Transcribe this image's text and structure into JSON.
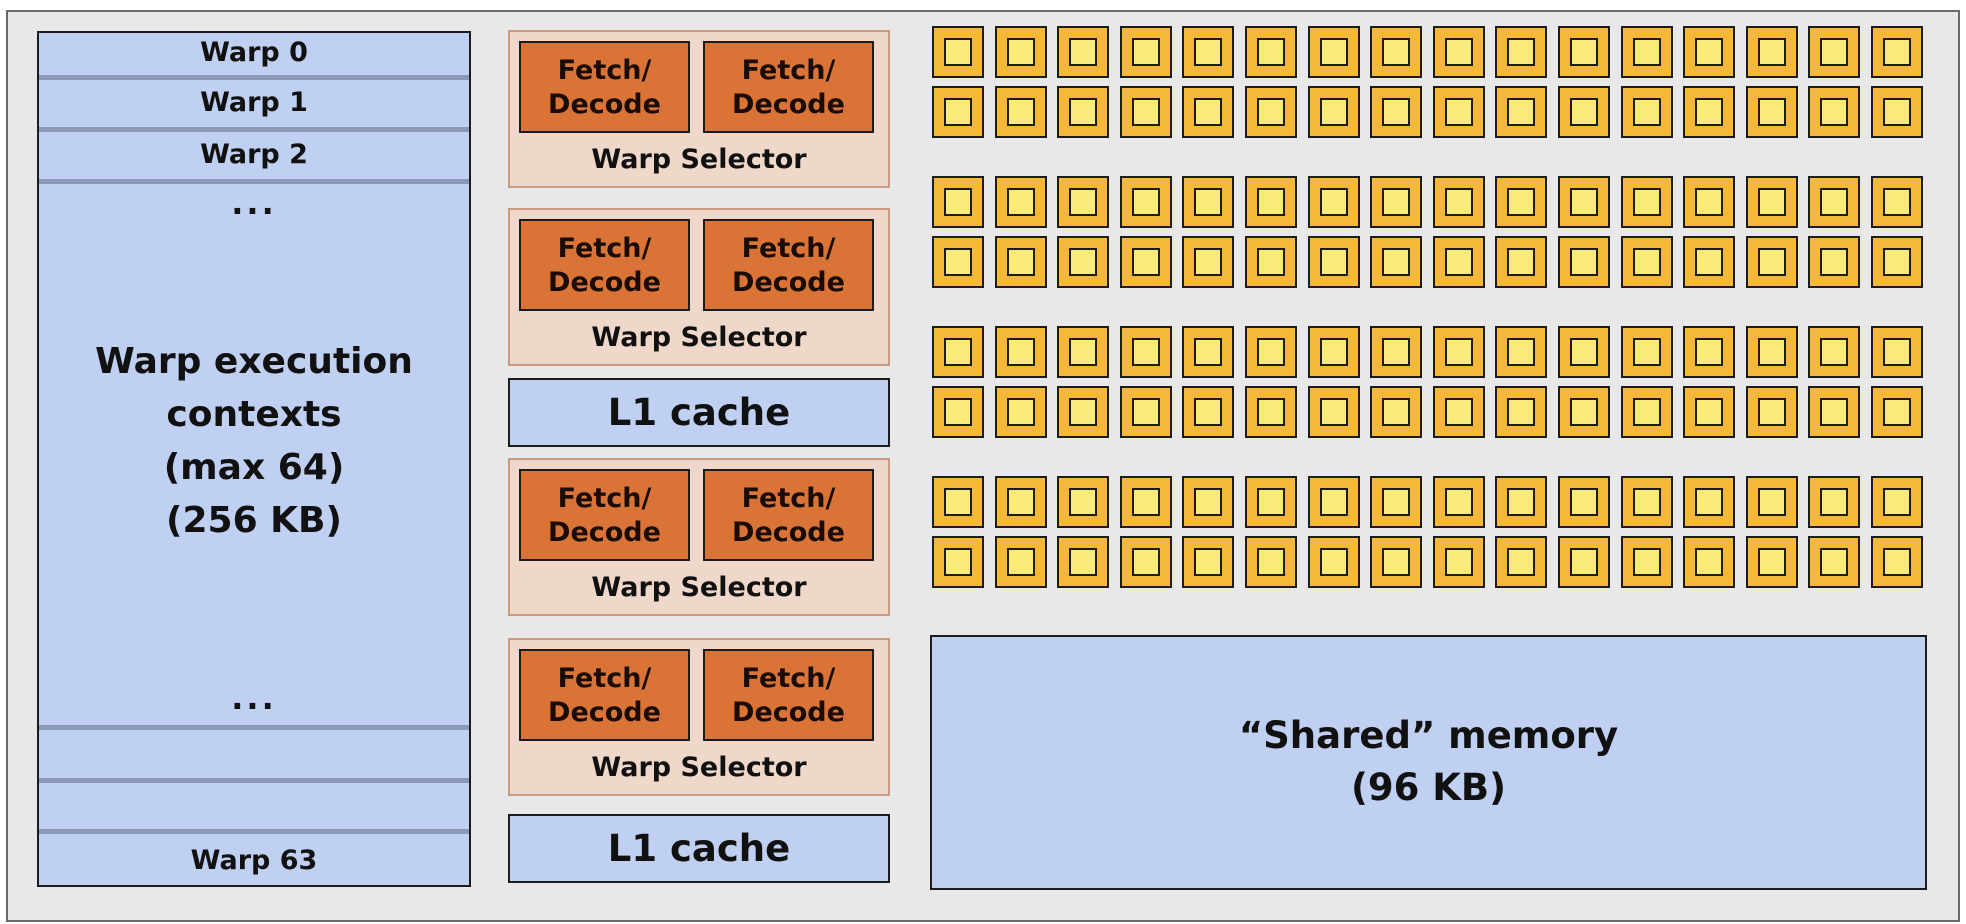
{
  "warps": {
    "labels": [
      "Warp 0",
      "Warp 1",
      "Warp 2"
    ],
    "last_label": "Warp 63",
    "ellipsis": "...",
    "title_lines": [
      "Warp execution",
      "contexts",
      "(max 64)",
      "(256 KB)"
    ]
  },
  "schedulers": [
    {
      "fd": [
        "Fetch/\nDecode",
        "Fetch/\nDecode"
      ],
      "selector": "Warp Selector"
    },
    {
      "fd": [
        "Fetch/\nDecode",
        "Fetch/\nDecode"
      ],
      "selector": "Warp Selector"
    },
    {
      "fd": [
        "Fetch/\nDecode",
        "Fetch/\nDecode"
      ],
      "selector": "Warp Selector"
    },
    {
      "fd": [
        "Fetch/\nDecode",
        "Fetch/\nDecode"
      ],
      "selector": "Warp Selector"
    }
  ],
  "l1_cache": [
    "L1 cache",
    "L1 cache"
  ],
  "cores": {
    "groups": 4,
    "rows_per_group": 2,
    "cols": 16
  },
  "shared_memory": {
    "line1": "“Shared” memory",
    "line2": "(96 KB)"
  },
  "colors": {
    "blue_fill": "#bfd0f2",
    "fetch_decode": "#d97436",
    "scheduler_bg": "#efd7c9",
    "core_outer": "#f5b838",
    "core_inner": "#faea78"
  }
}
